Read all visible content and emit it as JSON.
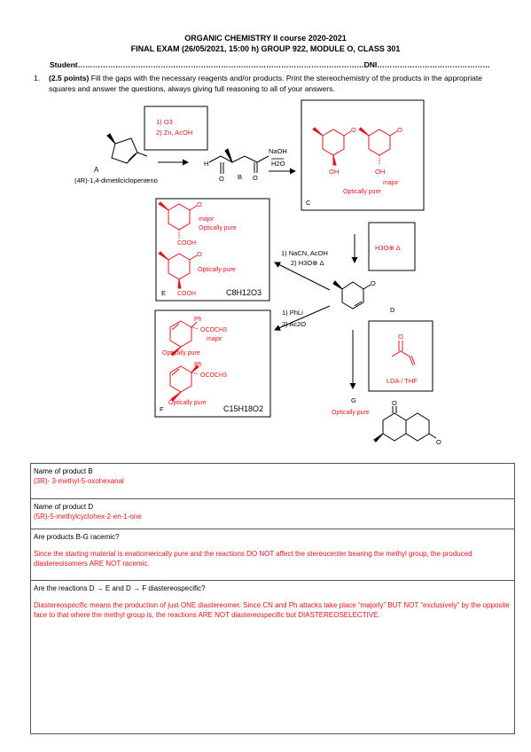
{
  "header": {
    "title": "ORGANIC CHEMISTRY II course 2020-2021",
    "subtitle": "FINAL EXAM (26/05/2021, 15:00 h) GROUP 922, MODULE O, CLASS 301",
    "student_line": "Student……………………………………………………………………………………………………DNI………………………………………"
  },
  "question1": {
    "number": "1.",
    "points": "(2.5 points)",
    "text": " Fill the gaps with the necessary reagents and/or products. Print the stereochemistry of the products in the appropriate squares and answer the questions, always giving full reasoning to all of your answers."
  },
  "scheme": {
    "reagents_ab": [
      "1) O3",
      "2) Zn, AcOH"
    ],
    "reagents_bc": [
      "NaOH",
      "H2O"
    ],
    "reagents_de": [
      "1) NaCN, AcOH",
      "2) H3O⊕ Δ"
    ],
    "reagents_df": [
      "1) PhLi",
      "2) Ac2O"
    ],
    "reagent_dc": "H3O⊕ Δ",
    "reagent_dg": "LDA / THF",
    "label_a": "A",
    "name_a": "(4R)-1,4-dimetilciclopenteno",
    "label_b": "B",
    "label_c": "C",
    "label_d": "D",
    "label_e": "E",
    "label_f": "F",
    "label_g": "G",
    "c_oh_left": "OH",
    "c_oh_right": "OH",
    "c_major": "major",
    "c_optically": "Optically pure",
    "e_major": "major",
    "e_optically_1": "Optically pure",
    "e_optically_2": "Optically pure",
    "e_cooh_1": "COOH",
    "e_cooh_2": "COOH",
    "e_formula": "C8H12O3",
    "f_ph_1": "Ph",
    "f_ococh3_1": "OCOCH3",
    "f_major": "major",
    "f_optically_1": "Optically pure",
    "f_ph_2": "Ph",
    "f_ococh3_2": "OCOCH3",
    "f_optically_2": "Optically pure",
    "f_formula": "C15H18O2",
    "g_optically": "Optically pure",
    "atom_o": "O",
    "atom_h": "H"
  },
  "answers": [
    {
      "q": "Name of product B",
      "a": "(3R)- 3-methyl-5-oxohexanal"
    },
    {
      "q": "Name of product D",
      "a": "(5R)-5-methylcyclohex-2-en-1-one"
    },
    {
      "q": "Are products B-G racemic?",
      "a": "Since the starting material is enatiomerically pure and the reactions DO NOT affect the stereocenter bearing the methyl group, the produced diastereoisomers ARE NOT racemic."
    },
    {
      "q": "Are the reactions D → E and D → F diastereospecific?",
      "a": "Diastereospecific means the production of just ONE diastereomer. Since CN and Ph attacks take place “majorly” BUT NOT “exclusively” by the opposite face to that where the methyl group is, the reactions ARE NOT diastereospecific but DIASTEREOSELECTIVE."
    }
  ]
}
